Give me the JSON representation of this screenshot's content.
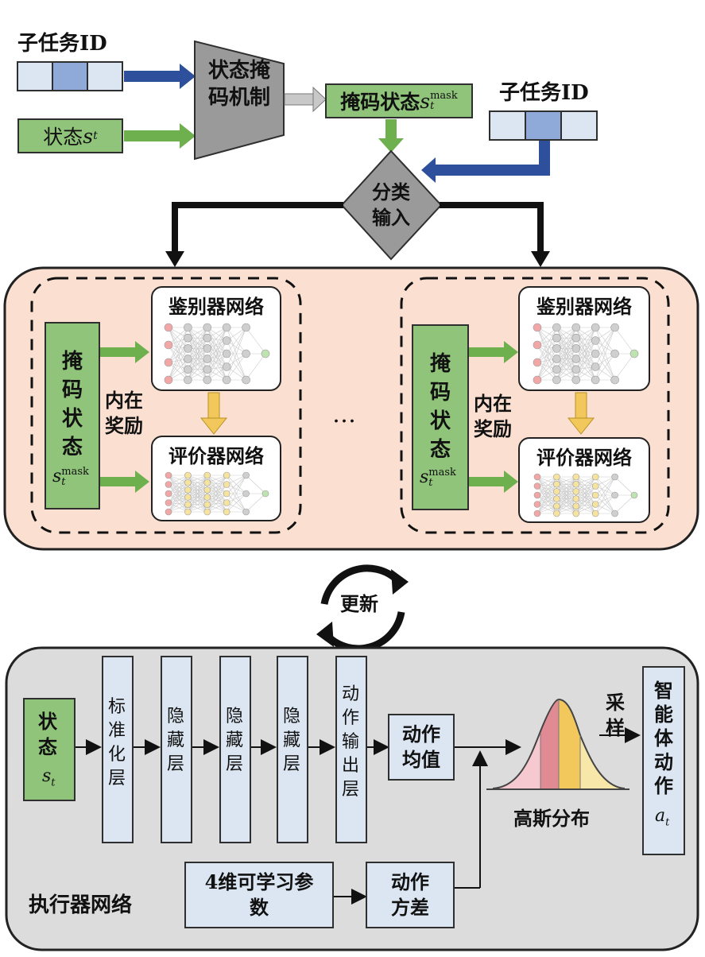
{
  "top": {
    "subtask_id_left": "子任务ID",
    "subtask_id_right": "子任务ID",
    "state_box": "状态",
    "state_symbol": "s",
    "state_sub": "t",
    "mask_mechanism": "状态掩码机制",
    "mask_state_label": "掩码状态",
    "mask_state_symbol": "s",
    "mask_sup": "mask",
    "mask_sub": "t",
    "classify_input": "分类输入"
  },
  "middle": {
    "left_group": {
      "mask_state": "掩码状态",
      "mask_symbol": "s",
      "mask_sup": "mask",
      "mask_sub": "t",
      "intrinsic_reward": "内在奖励",
      "discriminator": "鉴别器网络",
      "critic": "评价器网络"
    },
    "right_group": {
      "mask_state": "掩码状态",
      "mask_symbol": "s",
      "mask_sup": "mask",
      "mask_sub": "t",
      "intrinsic_reward": "内在奖励",
      "discriminator": "鉴别器网络",
      "critic": "评价器网络"
    },
    "ellipsis": "…"
  },
  "update_label": "更新",
  "actor": {
    "state": "状态",
    "state_symbol": "s",
    "state_sub": "t",
    "layers": [
      "标准化层",
      "隐藏层",
      "隐藏层",
      "隐藏层",
      "动作输出层"
    ],
    "action_mean": "动作均值",
    "gaussian": "高斯分布",
    "sampling": "采样",
    "agent_action": "智能体动作",
    "action_symbol": "a",
    "action_sub": "t",
    "learnable_params": "4维可学习参数",
    "action_variance": "动作方差",
    "network_name": "执行器网络"
  },
  "colors": {
    "green": "#8fc47a",
    "blue_fill": "#dbe6f2",
    "blue_mid": "#8faad8",
    "arrow_blue": "#2d4f9c",
    "arrow_green": "#6fb04e",
    "arrow_yellow": "#f2c85c",
    "salmon_panel": "#fbe0d2",
    "gray_panel": "#dcdcdc",
    "gray_mask": "#9a9a9a"
  }
}
